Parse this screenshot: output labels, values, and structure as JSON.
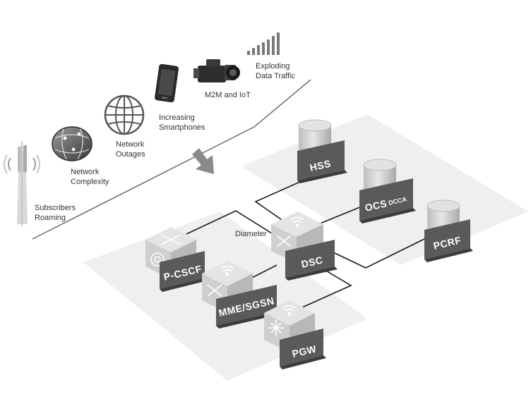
{
  "drivers": {
    "roaming": [
      "Subscribers",
      "Roaming"
    ],
    "complexity": [
      "Network",
      "Complexity"
    ],
    "outages": [
      "Network",
      "Outages"
    ],
    "smartphones": [
      "Increasing",
      "Smartphones"
    ],
    "m2m": [
      "M2M and IoT"
    ],
    "traffic": [
      "Exploding",
      "Data Traffic"
    ]
  },
  "link_label": "Diameter",
  "nodes": {
    "hss": "HSS",
    "ocs": "OCS",
    "ocs_sub": "DCCA",
    "pcrf": "PCRF",
    "dsc": "DSC",
    "pcscf": "P-CSCF",
    "mme": "MME/SGSN",
    "pgw": "PGW"
  },
  "colors": {
    "platform": "#efefef",
    "label_box": "#5a5a5a",
    "label_box_side": "#3c3c3c",
    "cube_top": "#e4e4e4",
    "cube_left": "#cfcfcf",
    "cube_right": "#b8b8b8",
    "db_body": "#c8c8c8",
    "db_top": "#dedede"
  }
}
